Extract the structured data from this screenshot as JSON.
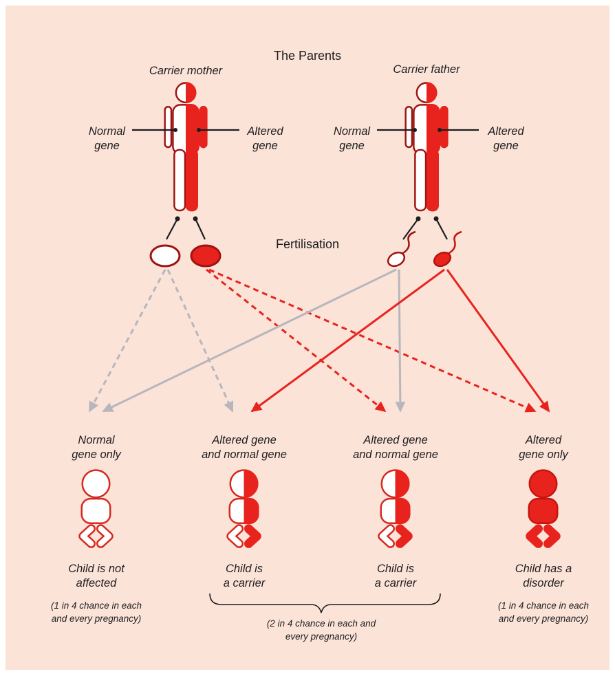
{
  "title": "The Parents",
  "fertilisation": "Fertilisation",
  "mother": {
    "label": "Carrier mother",
    "normal_gene": "Normal\ngene",
    "altered_gene": "Altered\ngene"
  },
  "father": {
    "label": "Carrier father",
    "normal_gene": "Normal\ngene",
    "altered_gene": "Altered\ngene"
  },
  "gametes": {
    "mother_icons": [
      "normal-egg-icon",
      "altered-egg-icon"
    ],
    "father_icons": [
      "normal-sperm-icon",
      "altered-sperm-icon"
    ]
  },
  "children": [
    {
      "genes": "Normal\ngene only",
      "outcome": "Child is not\naffected",
      "chance": "(1 in 4 chance in each\nand every pregnancy)",
      "type": "unaffected"
    },
    {
      "genes": "Altered gene\nand normal gene",
      "outcome": "Child is\na carrier",
      "type": "carrier"
    },
    {
      "genes": "Altered gene\nand normal gene",
      "outcome": "Child is\na carrier",
      "type": "carrier"
    },
    {
      "genes": "Altered\ngene only",
      "outcome": "Child has a\ndisorder",
      "chance": "(1 in 4 chance in each\nand every pregnancy)",
      "type": "affected"
    }
  ],
  "carrier_chance": "(2 in 4 chance in each and\nevery pregnancy)",
  "colors": {
    "background": "#fbe3d8",
    "red": "#e8231d",
    "outline_dark_red": "#9e1410",
    "baby_outline_red": "#d6281f",
    "gray_arrow": "#b7b6bd",
    "text": "#1d1d1f"
  }
}
